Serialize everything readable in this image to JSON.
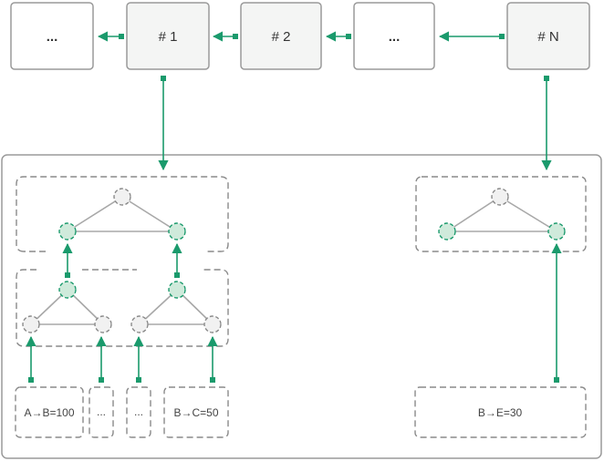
{
  "blocks": [
    {
      "label": "..."
    },
    {
      "label": "# 1"
    },
    {
      "label": "# 2"
    },
    {
      "label": "..."
    },
    {
      "label": "# N"
    }
  ],
  "transactions": {
    "left": [
      {
        "label": "A→B=100"
      },
      {
        "label": "..."
      },
      {
        "label": "..."
      },
      {
        "label": "B→C=50"
      }
    ],
    "right": {
      "label": "B→E=30"
    }
  },
  "colors": {
    "accent": "#1a9a6c",
    "node_highlight_fill": "#cfeadb",
    "node_fill": "#f1f1f1",
    "block_fill": "#f4f5f4",
    "border": "#9a9a9a",
    "dash": "#8a8a8a"
  },
  "icons": {
    "arrow": "green-arrow-with-square-tail",
    "node": "dashed-circle-node"
  }
}
